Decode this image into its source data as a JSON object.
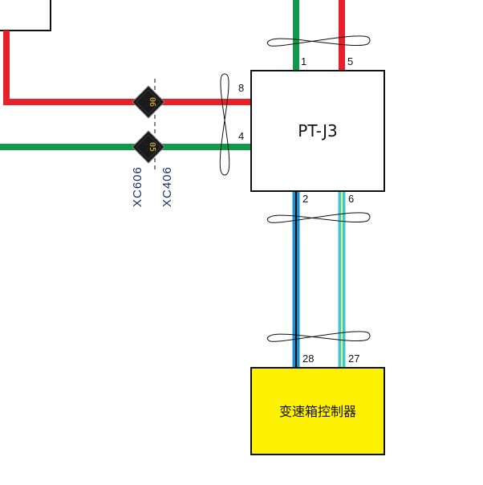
{
  "colors": {
    "red": "#e8202a",
    "green": "#0e9a48",
    "blue": "#1e8fd2",
    "cyan": "#3ec7d8",
    "yellow": "#fff200",
    "diamond": "#1a1a1a"
  },
  "module": {
    "label": "PT-J3"
  },
  "controller": {
    "label": "变速箱控制器"
  },
  "pins": {
    "top_left": "1",
    "top_right": "5",
    "left_upper": "8",
    "left_lower": "4",
    "bottom_left": "2",
    "bottom_right": "6",
    "ctrl_left": "28",
    "ctrl_right": "27"
  },
  "connectors": {
    "upper": {
      "name": "XC606",
      "number": "06"
    },
    "lower": {
      "name": "XC406",
      "number": "05"
    }
  }
}
